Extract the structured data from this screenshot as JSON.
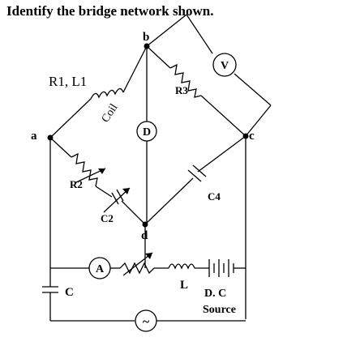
{
  "question": "Identify the bridge network shown.",
  "nodes": {
    "a": "a",
    "b": "b",
    "c": "c",
    "d": "d"
  },
  "components": {
    "r1l1": "R1, L1",
    "coil": "Coil",
    "r3": "R3",
    "r2": "R2",
    "c2": "C2",
    "c4": "C4",
    "detector": "D",
    "voltmeter": "V",
    "ammeter": "A",
    "inductor": "L",
    "capacitor": "C",
    "dc_source_line1": "D. C",
    "dc_source_line2": "Source",
    "ac_source": "~"
  }
}
